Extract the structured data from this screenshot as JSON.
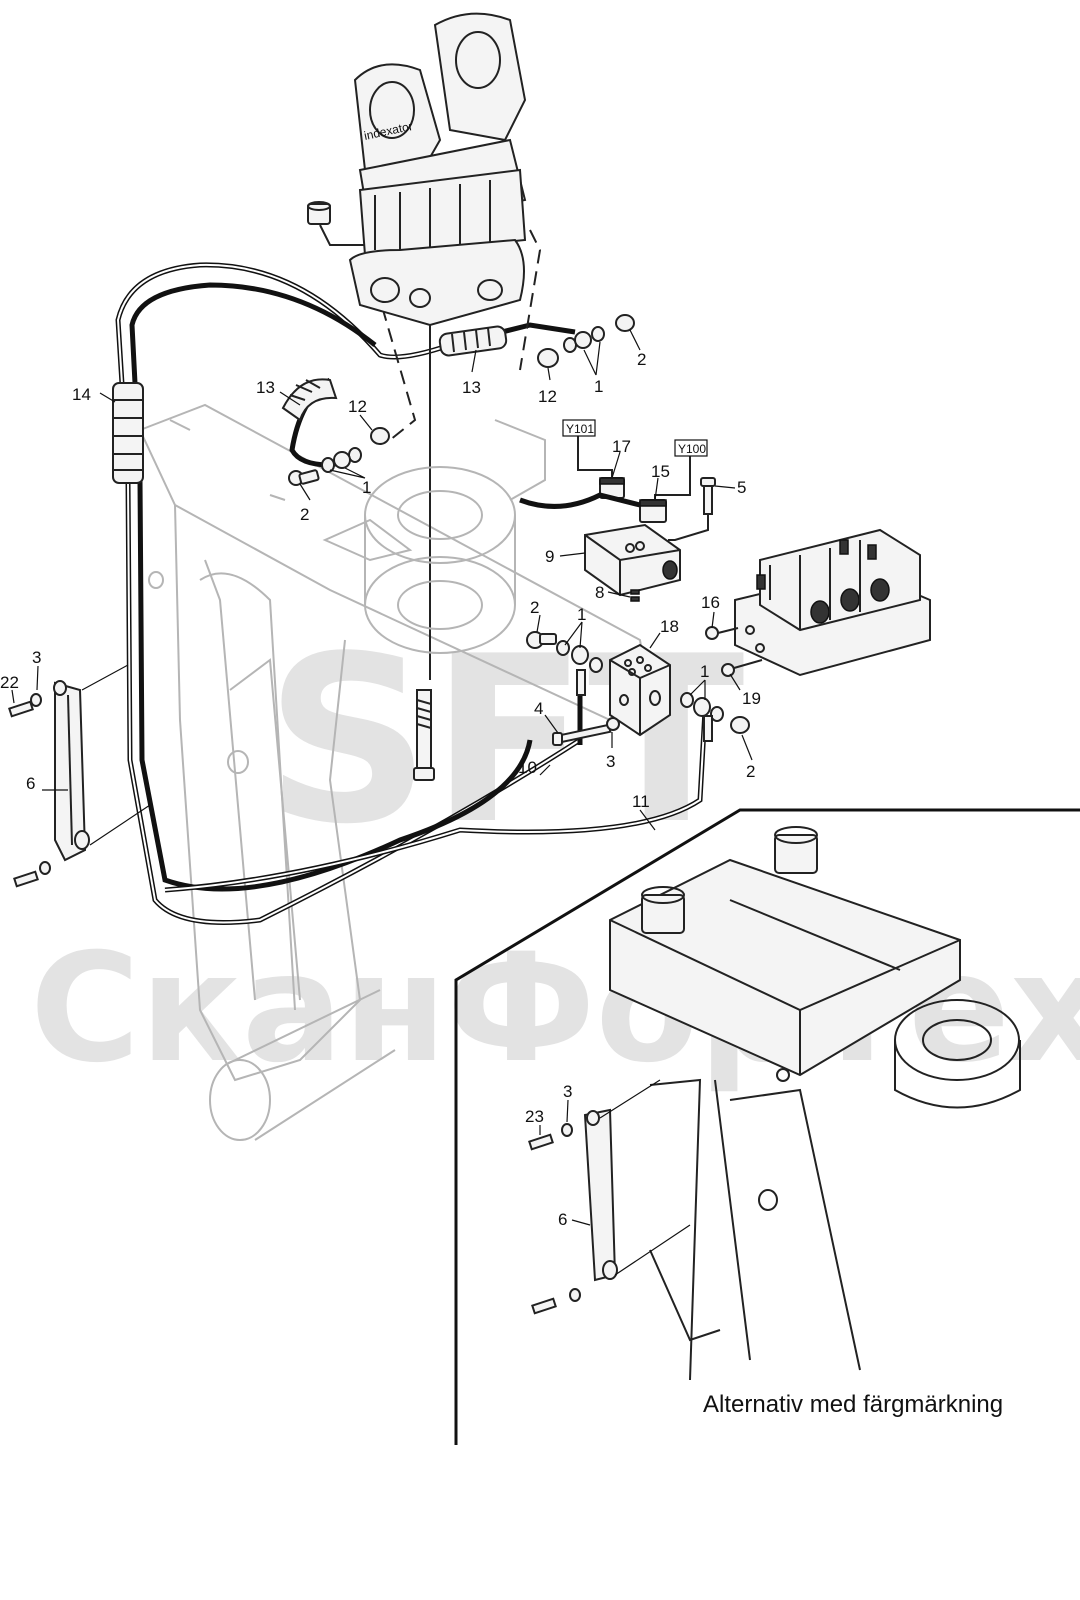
{
  "diagram": {
    "watermark_top": "SFT",
    "watermark_bottom": "СканФорТех",
    "caption": "Alternativ med färgmärkning",
    "tags": {
      "y101": "Y101",
      "y100": "Y100"
    },
    "callouts": {
      "c14": "14",
      "c13a": "13",
      "c13b": "13",
      "c12a": "12",
      "c12b": "12",
      "c2a": "2",
      "c2b": "2",
      "c2c": "2",
      "c2d": "2",
      "c1a": "1",
      "c1b": "1",
      "c1c": "1",
      "c1d": "1",
      "c17": "17",
      "c15": "15",
      "c5": "5",
      "c9": "9",
      "c8": "8",
      "c16": "16",
      "c18": "18",
      "c19": "19",
      "c4": "4",
      "c3a": "3",
      "c3b": "3",
      "c3c": "3",
      "c10": "10",
      "c11": "11",
      "c22": "22",
      "c23": "23",
      "c6a": "6",
      "c6b": "6"
    }
  }
}
